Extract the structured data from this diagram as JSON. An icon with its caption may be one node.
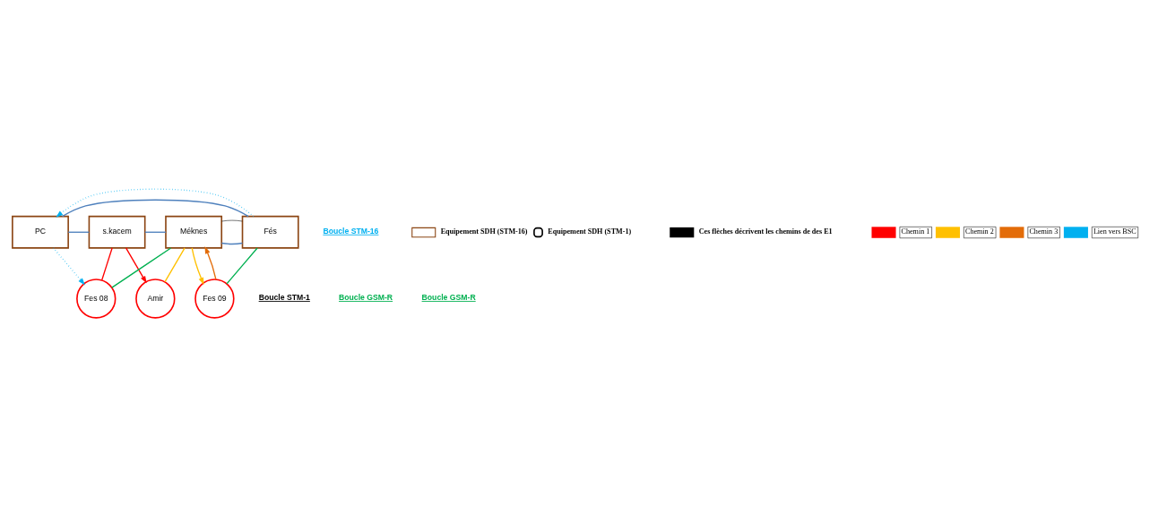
{
  "diagram": {
    "nodes": [
      {
        "text": [
          "PC"
        ]
      },
      {
        "text": [
          "s.kacem"
        ]
      },
      {
        "text": [
          "Méknes"
        ]
      },
      {
        "text": [
          "Fés"
        ]
      },
      {
        "text": [
          "Amir"
        ]
      },
      {
        "text": [
          "Fes 08"
        ]
      },
      {
        "text": [
          "Fes 09"
        ]
      }
    ],
    "edges": [
      {
        "from": 0,
        "to": 1,
        "arrow": "none"
      },
      {
        "from": 1,
        "to": 2,
        "arrow": "none"
      },
      {
        "from": 2,
        "to": 3,
        "arrow": "none"
      },
      {
        "from": 2,
        "to": 3,
        "arrow": "none",
        "color": "#000000"
      },
      {
        "from": 0,
        "to": 3,
        "arrow": "none"
      },
      {
        "from": 3,
        "to": 0,
        "arrow": "to",
        "style": "dashed",
        "color": "#00b0f0"
      },
      {
        "from": 0,
        "to": 5,
        "arrow": "to",
        "style": "dashed",
        "color": "#00b0f0"
      },
      {
        "from": 1,
        "to": 4,
        "arrow": "to",
        "color": "#ff0000"
      },
      {
        "from": 1,
        "to": 5,
        "arrow": "none",
        "color": "#ff0000"
      },
      {
        "from": 4,
        "to": 2,
        "arrow": "none",
        "color": "#ffc000"
      },
      {
        "from": 5,
        "to": 2,
        "arrow": "none",
        "color": "#00b050"
      },
      {
        "from": 2,
        "to": 6,
        "arrow": "to",
        "color": "#ffc000"
      },
      {
        "from": 6,
        "to": 2,
        "arrow": "to",
        "color": "#e36c09"
      },
      {
        "from": 6,
        "to": 3,
        "arrow": "none",
        "color": "#00b050"
      }
    ],
    "labels": [
      "Boucle STM-16",
      "Boucle STM-1",
      "Boucle GSM-R",
      "Boucle GSM-R"
    ],
    "legend": [
      {
        "text": "Equipement SDH (STM-16)"
      },
      {
        "text": "Equipement SDH (STM-1)"
      },
      {
        "text": "Ces flèches décrivent les chemins de des E1"
      },
      {
        "text": "Chemin 1",
        "color": "#ff0000"
      },
      {
        "text": "Chemin 2",
        "color": "#ffc000"
      },
      {
        "text": "Chemin 3",
        "color": "#e36c09"
      },
      {
        "text": "Lien vers BSC",
        "color": "#00b0f0"
      }
    ]
  }
}
